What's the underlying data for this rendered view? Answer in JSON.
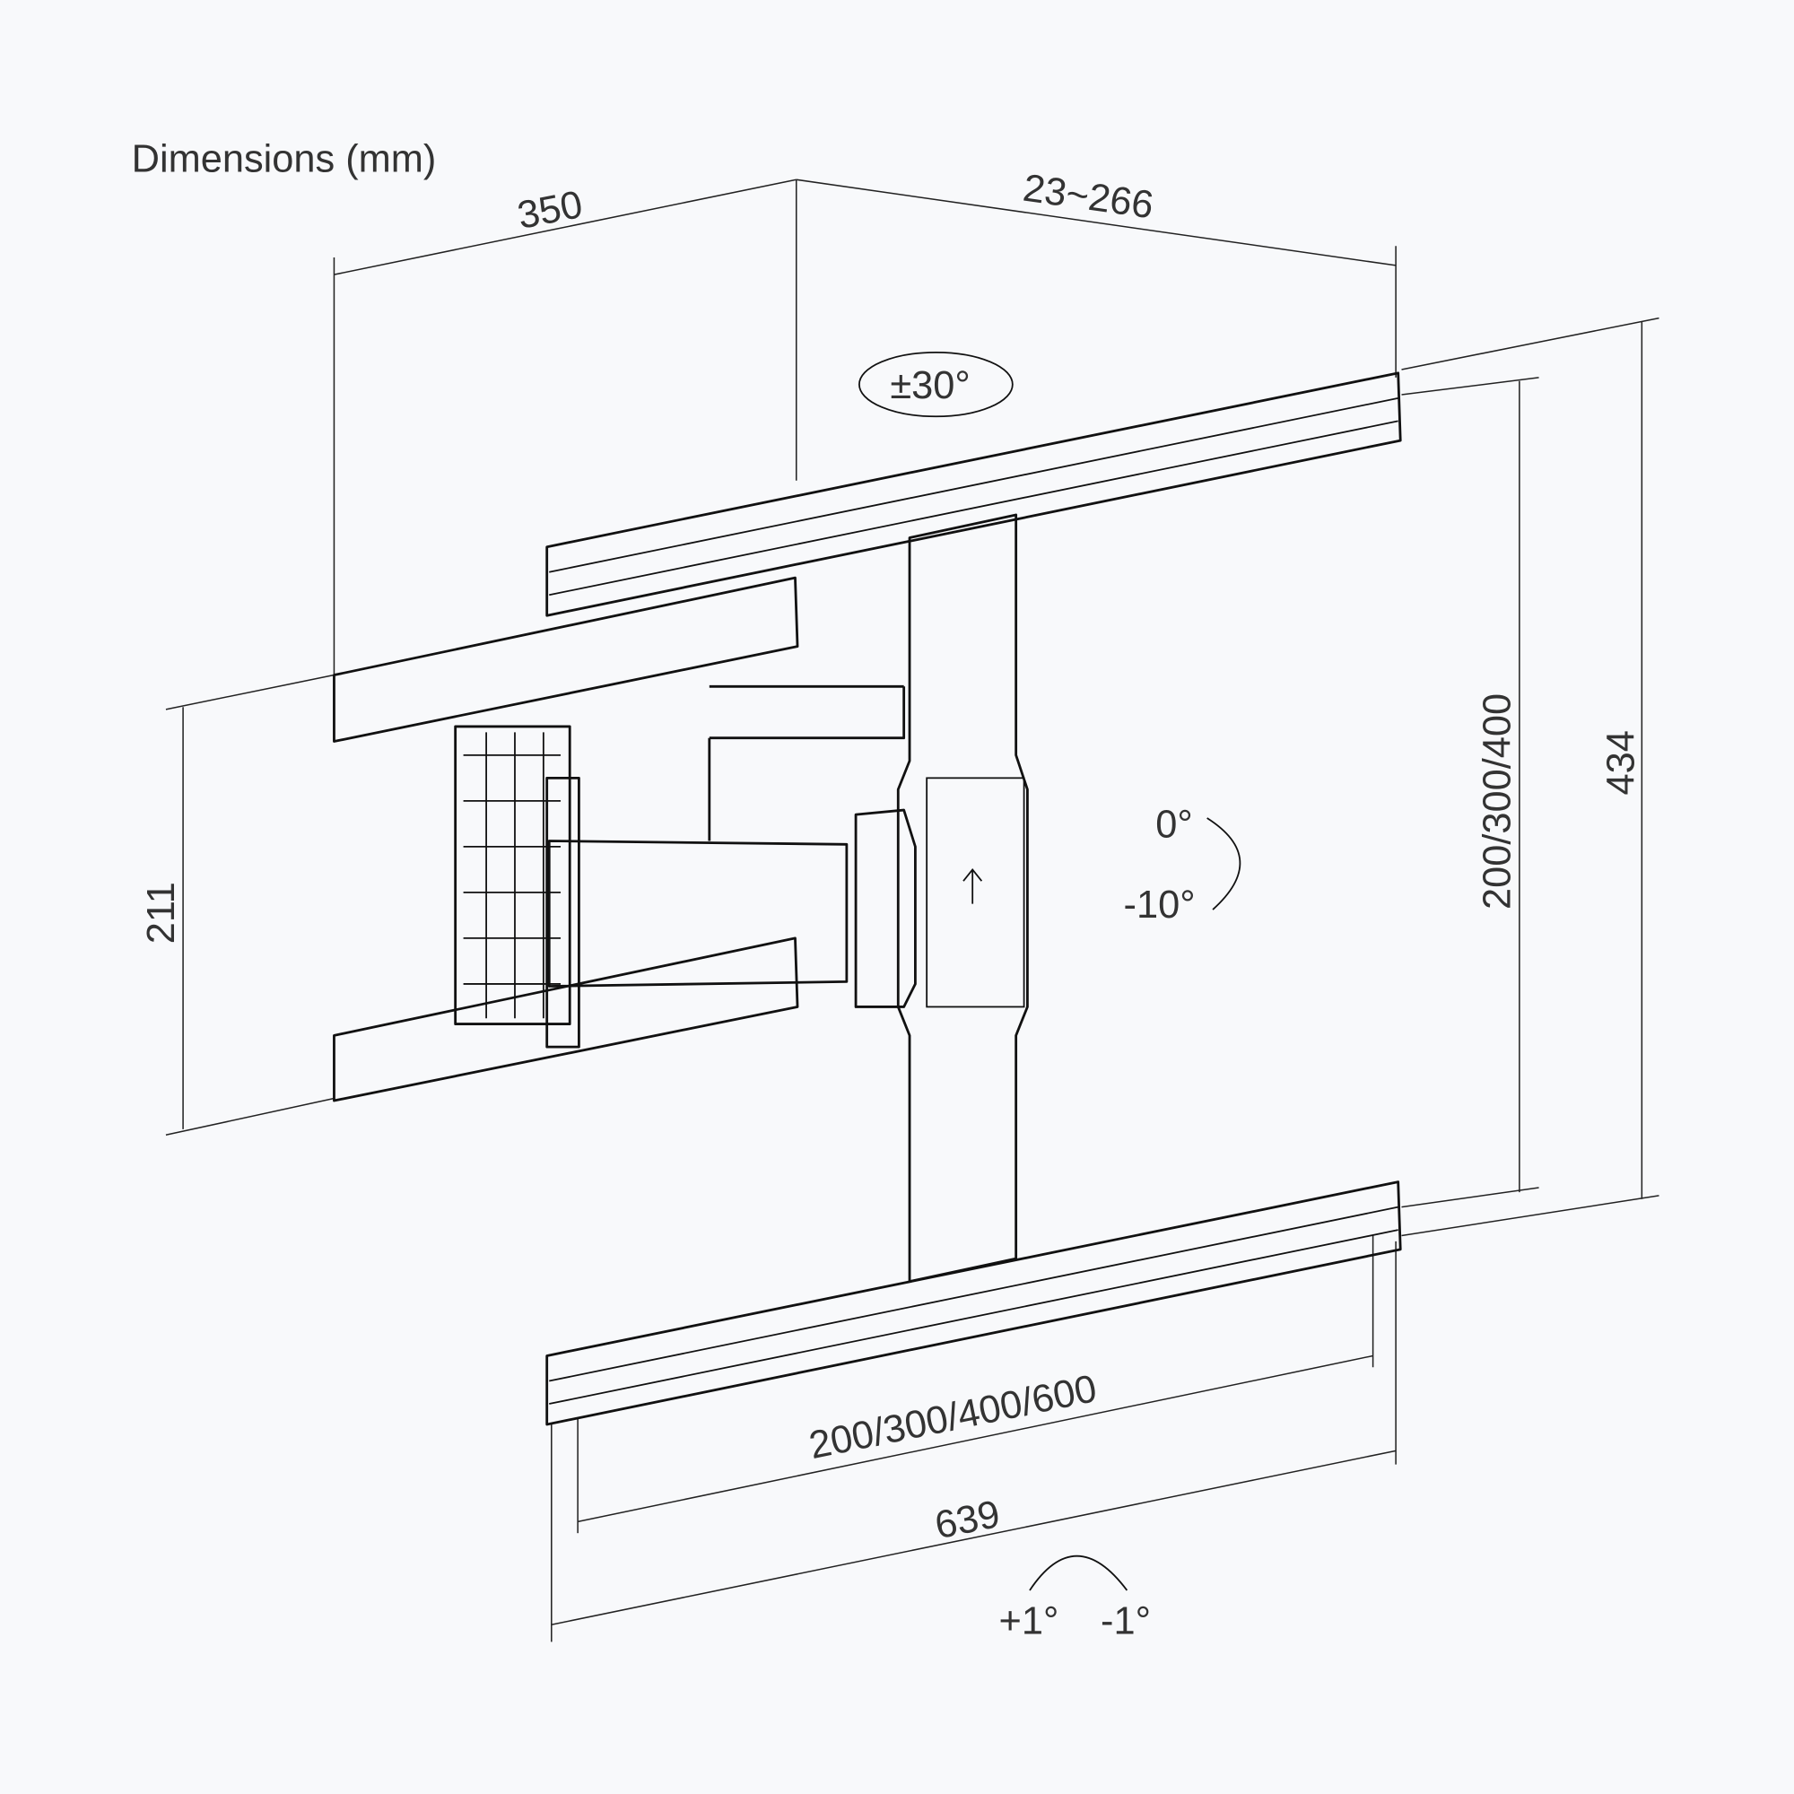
{
  "title": "Dimensions (mm)",
  "dimensions": {
    "arm_depth": "350",
    "wall_distance": "23~266",
    "wall_plate_height": "211",
    "vertical_vesa": "200/300/400",
    "total_height": "434",
    "horizontal_vesa": "200/300/400/600",
    "total_width": "639"
  },
  "angles": {
    "swivel": "±30°",
    "tilt_up": "0°",
    "tilt_down": "-10°",
    "level_plus": "+1°",
    "level_minus": "-1°"
  },
  "colors": {
    "background": "#f8f9fb",
    "line": "#111111",
    "text": "#333333"
  }
}
